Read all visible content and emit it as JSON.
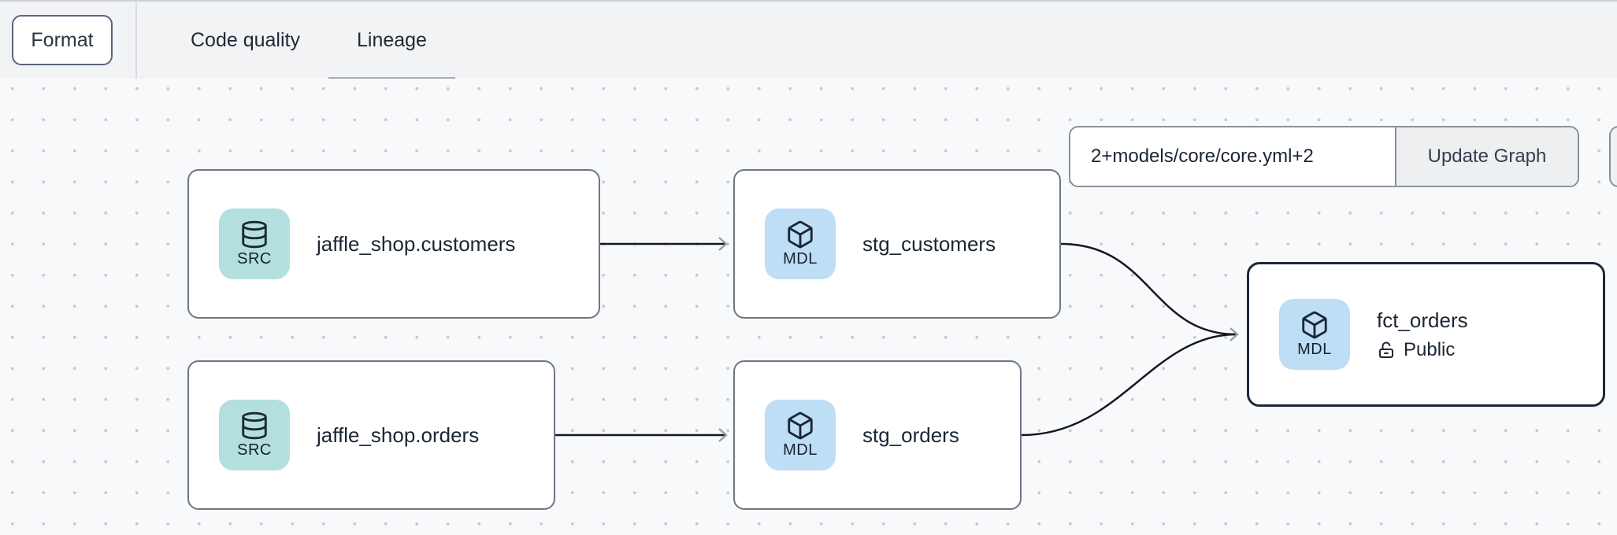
{
  "toolbar": {
    "format_label": "Format",
    "tabs": [
      {
        "label": "Code quality",
        "active": false
      },
      {
        "label": "Lineage",
        "active": true
      }
    ]
  },
  "selector_bar": {
    "input_value": "2+models/core/core.yml+2",
    "update_button_label": "Update Graph"
  },
  "graph": {
    "nodes": [
      {
        "id": "jaffle_shop.customers",
        "title": "jaffle_shop.customers",
        "badge": "SRC",
        "kind": "source"
      },
      {
        "id": "stg_customers",
        "title": "stg_customers",
        "badge": "MDL",
        "kind": "model"
      },
      {
        "id": "jaffle_shop.orders",
        "title": "jaffle_shop.orders",
        "badge": "SRC",
        "kind": "source"
      },
      {
        "id": "stg_orders",
        "title": "stg_orders",
        "badge": "MDL",
        "kind": "model"
      },
      {
        "id": "fct_orders",
        "title": "fct_orders",
        "badge": "MDL",
        "kind": "model",
        "access_label": "Public",
        "selected": true
      }
    ],
    "edges": [
      {
        "from": "jaffle_shop.customers",
        "to": "stg_customers"
      },
      {
        "from": "jaffle_shop.orders",
        "to": "stg_orders"
      },
      {
        "from": "stg_customers",
        "to": "fct_orders"
      },
      {
        "from": "stg_orders",
        "to": "fct_orders"
      }
    ]
  },
  "colors": {
    "topbar_bg": "#f2f3f5",
    "canvas_bg": "#f8f9fb",
    "node_border": "#6e7682",
    "selected_node_border": "#1b2838",
    "source_badge_bg": "#b3e0de",
    "model_badge_bg": "#bedef6",
    "edge_stroke": "#15181e",
    "arrow_stroke": "#99a0ab",
    "text": "#1b2633"
  }
}
